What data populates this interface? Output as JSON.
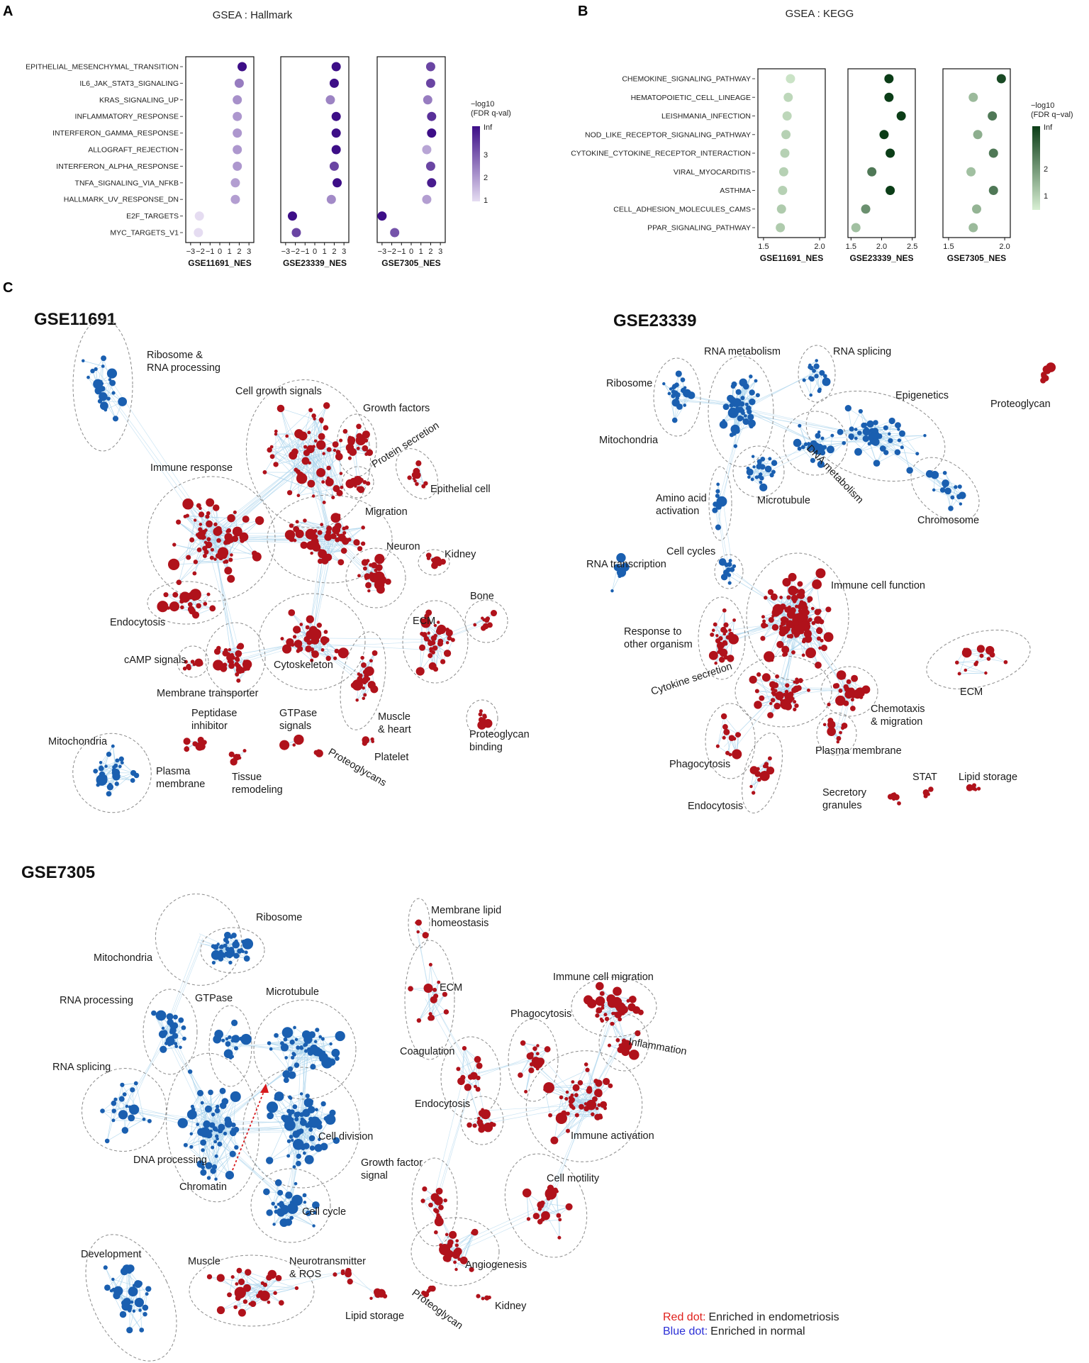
{
  "panel_labels": [
    "A",
    "B",
    "C"
  ],
  "chart_data": [
    {
      "type": "scatter",
      "title": "GSEA : Hallmark",
      "terms": [
        "EPITHELIAL_MESENCHYMAL_TRANSITION",
        "IL6_JAK_STAT3_SIGNALING",
        "KRAS_SIGNALING_UP",
        "INFLAMMATORY_RESPONSE",
        "INTERFERON_GAMMA_RESPONSE",
        "ALLOGRAFT_REJECTION",
        "INTERFERON_ALPHA_RESPONSE",
        "TNFA_SIGNALING_VIA_NFKB",
        "HALLMARK_UV_RESPONSE_DN",
        "E2F_TARGETS",
        "MYC_TARGETS_V1"
      ],
      "xlim": [
        -3.5,
        3.5
      ],
      "xticks": [
        -3,
        -2,
        -1,
        0,
        1,
        2,
        3
      ],
      "xtick_labels": [
        "−3",
        "−2",
        "−1",
        "0",
        "1",
        "2",
        "3"
      ],
      "legend_title": [
        "−log10",
        "(FDR q-val)"
      ],
      "legend_ticks": [
        "Inf",
        "3",
        "2",
        "1"
      ],
      "colors": {
        "low": "#e5dcf1",
        "high": "#3d0e87"
      },
      "series": [
        {
          "name": "GSE11691_NES",
          "x": [
            2.3,
            2.0,
            1.8,
            1.8,
            1.8,
            1.8,
            1.8,
            1.6,
            1.6,
            -2.1,
            -2.2
          ],
          "log_q": [
            4.0,
            2.4,
            2.1,
            2.0,
            2.0,
            2.0,
            2.0,
            1.9,
            1.9,
            1.0,
            1.0
          ]
        },
        {
          "name": "GSE23339_NES",
          "x": [
            2.2,
            2.0,
            1.6,
            2.2,
            2.2,
            2.2,
            2.0,
            2.3,
            1.7,
            -2.3,
            -1.9
          ],
          "log_q": [
            4.0,
            4.0,
            2.3,
            4.0,
            4.0,
            4.0,
            3.2,
            4.0,
            2.2,
            4.0,
            3.2
          ]
        },
        {
          "name": "GSE7305_NES",
          "x": [
            2.0,
            2.0,
            1.7,
            2.1,
            2.1,
            1.6,
            2.0,
            2.1,
            1.6,
            -3.0,
            -1.7
          ],
          "log_q": [
            3.2,
            3.2,
            2.4,
            3.5,
            4.0,
            1.8,
            3.2,
            3.8,
            1.9,
            4.0,
            3.0
          ]
        }
      ]
    },
    {
      "type": "scatter",
      "title": "GSEA : KEGG",
      "terms": [
        "CHEMOKINE_SIGNALING_PATHWAY",
        "HEMATOPOIETIC_CELL_LINEAGE",
        "LEISHMANIA_INFECTION",
        "NOD_LIKE_RECEPTOR_SIGNALING_PATHWAY",
        "CYTOKINE_CYTOKINE_RECEPTOR_INTERACTION",
        "VIRAL_MYOCARDITIS",
        "ASTHMA",
        "CELL_ADHESION_MOLECULES_CAMS",
        "PPAR_SIGNALING_PATHWAY"
      ],
      "xlim": [
        1.45,
        2.05
      ],
      "xticks": [
        1.5,
        2.0
      ],
      "xtick_labels": [
        "1.5",
        "2.0"
      ],
      "legend_title": [
        "−log10",
        "(FDR q−val)"
      ],
      "legend_ticks": [
        "Inf",
        "2",
        "1"
      ],
      "colors": {
        "low": "#d8efd3",
        "high": "#0b3d17"
      },
      "series": [
        {
          "name": "GSE11691_NES",
          "xlim": [
            1.45,
            2.05
          ],
          "xticks": [
            1.5,
            2.0
          ],
          "xtick_labels": [
            "1.5",
            "2.0"
          ],
          "x": [
            1.74,
            1.72,
            1.71,
            1.7,
            1.69,
            1.68,
            1.67,
            1.66,
            1.65
          ],
          "log_q": [
            1.2,
            1.4,
            1.4,
            1.5,
            1.5,
            1.5,
            1.5,
            1.6,
            1.6
          ]
        },
        {
          "name": "GSE23339_NES",
          "xlim": [
            1.45,
            2.55
          ],
          "xticks": [
            1.5,
            2.0,
            2.5
          ],
          "xtick_labels": [
            "1.5",
            "2.0",
            "2.5"
          ],
          "x": [
            2.12,
            2.12,
            2.32,
            2.04,
            2.14,
            1.84,
            2.14,
            1.74,
            1.58
          ],
          "log_q": [
            4.0,
            4.0,
            4.0,
            4.0,
            4.0,
            3.0,
            4.0,
            2.6,
            1.8
          ]
        },
        {
          "name": "GSE7305_NES",
          "xlim": [
            1.45,
            2.05
          ],
          "xticks": [
            1.5,
            2.0
          ],
          "xtick_labels": [
            "1.5",
            "2.0"
          ],
          "x": [
            1.97,
            1.72,
            1.89,
            1.76,
            1.9,
            1.7,
            1.9,
            1.75,
            1.72
          ],
          "log_q": [
            3.8,
            1.9,
            3.0,
            2.1,
            3.0,
            1.8,
            3.0,
            2.0,
            1.9
          ]
        }
      ]
    }
  ],
  "networks": {
    "GSE11691": {
      "title": "GSE11691",
      "clusters": [
        {
          "label": "Ribosome &\nRNA processing",
          "color": "blue",
          "n": 22
        },
        {
          "label": "Cell growth signals",
          "color": "red",
          "n": 60
        },
        {
          "label": "Growth factors",
          "color": "red",
          "n": 18
        },
        {
          "label": "Protein secretion",
          "color": "red",
          "n": 14
        },
        {
          "label": "Epithelial cell",
          "color": "red",
          "n": 10
        },
        {
          "label": "Immune response",
          "color": "red",
          "n": 70
        },
        {
          "label": "Migration",
          "color": "red",
          "n": 50
        },
        {
          "label": "Neuron",
          "color": "red",
          "n": 24
        },
        {
          "label": "Kidney",
          "color": "red",
          "n": 8
        },
        {
          "label": "Bone",
          "color": "red",
          "n": 10
        },
        {
          "label": "ECM",
          "color": "red",
          "n": 36
        },
        {
          "label": "Endocytosis",
          "color": "red",
          "n": 22
        },
        {
          "label": "cAMP signals",
          "color": "red",
          "n": 9
        },
        {
          "label": "Membrane transporter",
          "color": "red",
          "n": 34
        },
        {
          "label": "Cytoskeleton",
          "color": "red",
          "n": 40
        },
        {
          "label": "Muscle\n& heart",
          "color": "red",
          "n": 24
        },
        {
          "label": "Proteoglycan\nbinding",
          "color": "red",
          "n": 8
        },
        {
          "label": "Mitochondria",
          "color": "blue",
          "n": 28
        },
        {
          "label": "Plasma\nmembrane",
          "color": "red",
          "n": 0
        },
        {
          "label": "Peptidase\ninhibitor",
          "color": "red",
          "n": 8
        },
        {
          "label": "Tissue\nremodeling",
          "color": "red",
          "n": 6
        },
        {
          "label": "GTPase\nsignals",
          "color": "red",
          "n": 6
        },
        {
          "label": "Platelet",
          "color": "red",
          "n": 4
        },
        {
          "label": "Proteoglycans",
          "color": "red",
          "n": 4
        }
      ]
    },
    "GSE23339": {
      "title": "GSE23339",
      "clusters": [
        {
          "label": "RNA metabolism",
          "color": "blue",
          "n": 50
        },
        {
          "label": "RNA splicing",
          "color": "blue",
          "n": 16
        },
        {
          "label": "Ribosome",
          "color": "blue",
          "n": 22
        },
        {
          "label": "Mitochondria",
          "color": "blue",
          "n": 0
        },
        {
          "label": "Epigenetics",
          "color": "blue",
          "n": 50
        },
        {
          "label": "Proteoglycan",
          "color": "red",
          "n": 8
        },
        {
          "label": "DNA metabolism",
          "color": "blue",
          "n": 30
        },
        {
          "label": "Microtubule",
          "color": "blue",
          "n": 22
        },
        {
          "label": "Amino acid\nactivation",
          "color": "blue",
          "n": 8
        },
        {
          "label": "Chromosome",
          "color": "blue",
          "n": 16
        },
        {
          "label": "Cell cycles",
          "color": "blue",
          "n": 12
        },
        {
          "label": "RNA transcription",
          "color": "blue",
          "n": 6
        },
        {
          "label": "Immune cell function",
          "color": "red",
          "n": 120
        },
        {
          "label": "Response to\nother organism",
          "color": "red",
          "n": 30
        },
        {
          "label": "ECM",
          "color": "red",
          "n": 14
        },
        {
          "label": "Cytokine secretion",
          "color": "red",
          "n": 40
        },
        {
          "label": "Chemotaxis\n& migration",
          "color": "red",
          "n": 30
        },
        {
          "label": "Plasma membrane",
          "color": "red",
          "n": 12
        },
        {
          "label": "Phagocytosis",
          "color": "red",
          "n": 12
        },
        {
          "label": "Endocytosis",
          "color": "red",
          "n": 14
        },
        {
          "label": "STAT",
          "color": "red",
          "n": 6
        },
        {
          "label": "Lipid storage",
          "color": "red",
          "n": 5
        },
        {
          "label": "Secretory\ngranules",
          "color": "red",
          "n": 6
        }
      ]
    },
    "GSE7305": {
      "title": "GSE7305",
      "clusters": [
        {
          "label": "Ribosome",
          "color": "blue",
          "n": 40
        },
        {
          "label": "Mitochondria",
          "color": "blue",
          "n": 0
        },
        {
          "label": "RNA processing",
          "color": "blue",
          "n": 28
        },
        {
          "label": "GTPase",
          "color": "blue",
          "n": 16
        },
        {
          "label": "Microtubule",
          "color": "blue",
          "n": 50
        },
        {
          "label": "RNA splicing",
          "color": "blue",
          "n": 20
        },
        {
          "label": "Cell division",
          "color": "blue",
          "n": 70
        },
        {
          "label": "DNA processing",
          "color": "blue",
          "n": 60
        },
        {
          "label": "Chromatin",
          "color": "blue",
          "n": 0
        },
        {
          "label": "Cell cycle",
          "color": "blue",
          "n": 34
        },
        {
          "label": "Membrane lipid\nhomeostasis",
          "color": "red",
          "n": 4
        },
        {
          "label": "ECM",
          "color": "red",
          "n": 14
        },
        {
          "label": "Immune cell migration",
          "color": "red",
          "n": 34
        },
        {
          "label": "Phagocytosis",
          "color": "red",
          "n": 16
        },
        {
          "label": "Inflammation",
          "color": "red",
          "n": 12
        },
        {
          "label": "Coagulation",
          "color": "red",
          "n": 14
        },
        {
          "label": "Endocytosis",
          "color": "red",
          "n": 14
        },
        {
          "label": "Immune activation",
          "color": "red",
          "n": 50
        },
        {
          "label": "Growth factor\nsignal",
          "color": "red",
          "n": 18
        },
        {
          "label": "Cell motility",
          "color": "red",
          "n": 18
        },
        {
          "label": "Angiogenesis",
          "color": "red",
          "n": 26
        },
        {
          "label": "Development",
          "color": "blue",
          "n": 34
        },
        {
          "label": "Muscle",
          "color": "red",
          "n": 30
        },
        {
          "label": "Neurotransmitter\n& ROS",
          "color": "red",
          "n": 6
        },
        {
          "label": "Lipid storage",
          "color": "red",
          "n": 6
        },
        {
          "label": "Proteoglycan",
          "color": "red",
          "n": 6
        },
        {
          "label": "Kidney",
          "color": "red",
          "n": 4
        }
      ]
    }
  },
  "key": {
    "red_label": "Red dot:",
    "red_text": "Enriched in endometriosis",
    "blue_label": "Blue dot:",
    "blue_text": "Enriched in normal"
  },
  "colors": {
    "red_node": "#b0121b",
    "blue_node": "#1a5fb0",
    "edge": "#a9d3ec",
    "ellipse": "#8a8a8a",
    "key_red": "#e0201c",
    "key_blue": "#2b2fd6"
  }
}
